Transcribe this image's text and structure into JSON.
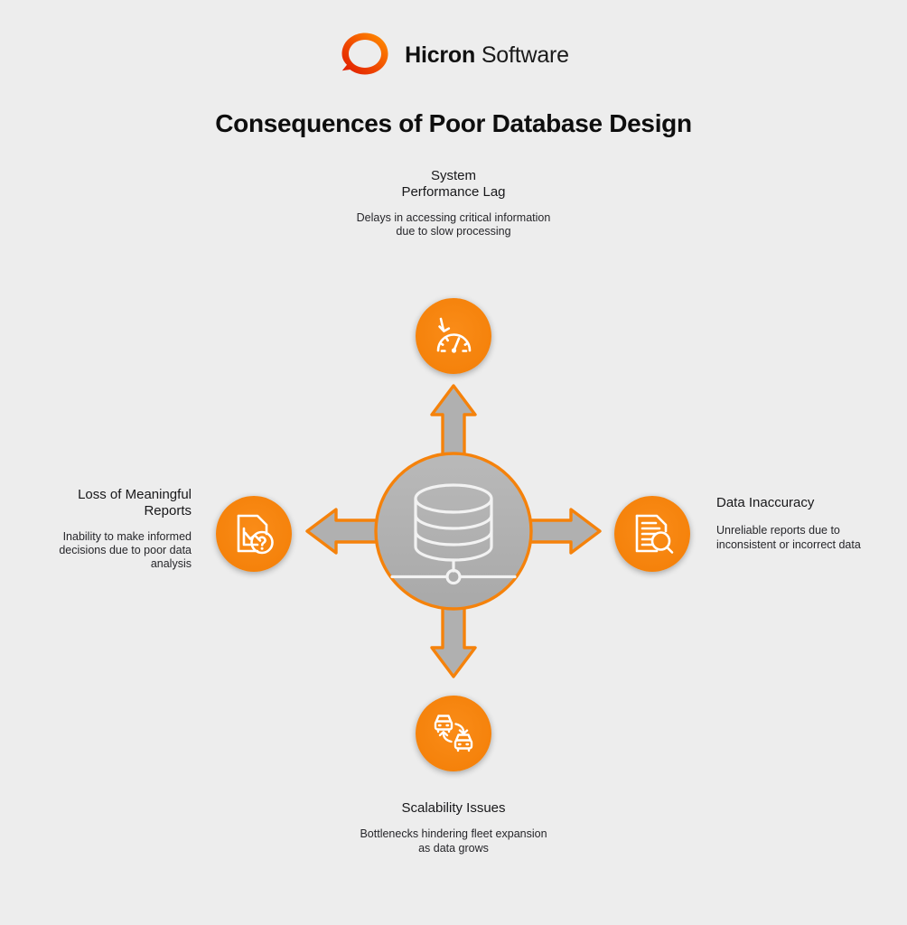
{
  "background_color": "#ededed",
  "accent_color": "#f5820b",
  "logo": {
    "mark_name": "hicron-ring-logo",
    "brand": "Hicron",
    "product": " Software",
    "gradient_from": "#ff8a00",
    "gradient_to": "#e01d00"
  },
  "title": "Consequences of Poor Database Design",
  "center": {
    "icon_name": "database-icon",
    "circle_color": "#b4b4b4",
    "outline_color": "#f5820b"
  },
  "arrows": {
    "fill": "#b0b0b0",
    "stroke": "#f5820b",
    "directions": [
      "up",
      "right",
      "down",
      "left"
    ]
  },
  "nodes": [
    {
      "position": "top",
      "icon_name": "performance-gauge-down-icon",
      "title": "System\nPerformance Lag",
      "title_line1": "System",
      "title_line2": "Performance Lag",
      "description": "Delays in accessing critical information due to slow processing"
    },
    {
      "position": "left",
      "icon_name": "report-chart-question-icon",
      "title_line1": "Loss of Meaningful",
      "title_line2": "Reports",
      "description": "Inability to make informed decisions due to poor data analysis"
    },
    {
      "position": "right",
      "icon_name": "document-magnifier-icon",
      "title_line1": "Data Inaccuracy",
      "title_line2": "",
      "description": "Unreliable reports due to inconsistent or incorrect data"
    },
    {
      "position": "bottom",
      "icon_name": "fleet-vehicles-exchange-icon",
      "title_line1": "Scalability Issues",
      "title_line2": "",
      "description": "Bottlenecks hindering fleet expansion as data grows"
    }
  ]
}
